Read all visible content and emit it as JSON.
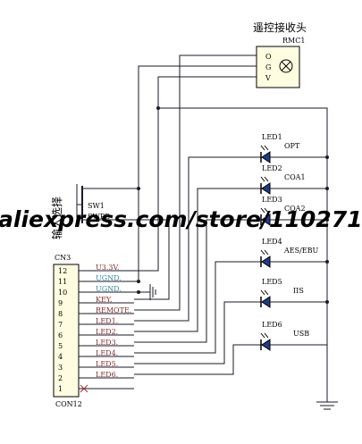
{
  "receiver": {
    "title_cn": "遥控接收头",
    "ref": "RMC1",
    "pins": [
      "O",
      "G",
      "V"
    ]
  },
  "input_select_label": "输入选择",
  "switch": {
    "ref1": "SW1",
    "ref2": "SWPB"
  },
  "connector": {
    "ref": "CN3",
    "part": "CON12",
    "pins": [
      {
        "num": "12",
        "net": "U3.3V."
      },
      {
        "num": "11",
        "net": "UGND."
      },
      {
        "num": "10",
        "net": "UGND."
      },
      {
        "num": "9",
        "net": "KEY."
      },
      {
        "num": "8",
        "net": "REMOTE."
      },
      {
        "num": "7",
        "net": "LED1."
      },
      {
        "num": "6",
        "net": "LED2."
      },
      {
        "num": "5",
        "net": "LED3."
      },
      {
        "num": "4",
        "net": "LED4."
      },
      {
        "num": "3",
        "net": "LED5."
      },
      {
        "num": "2",
        "net": "LED6."
      },
      {
        "num": "1",
        "net": ""
      }
    ]
  },
  "leds": [
    {
      "ref": "LED1",
      "label": "OPT"
    },
    {
      "ref": "LED2",
      "label": "COA1"
    },
    {
      "ref": "LED3",
      "label": "COA2"
    },
    {
      "ref": "LED4",
      "label": "AES/EBU"
    },
    {
      "ref": "LED5",
      "label": "IIS"
    },
    {
      "ref": "LED6",
      "label": "USB"
    }
  ],
  "watermark": "aliexpress.com/store/110271",
  "colors": {
    "wire": "#1a1a2a",
    "box_fill": "#fffde0",
    "pin_num_green": "#2e8b57",
    "pin_num_blue": "#3f6fae",
    "net_gnd": "#3a8a96",
    "net_other": "#8b2a2a",
    "no_connect": "#b03030"
  }
}
